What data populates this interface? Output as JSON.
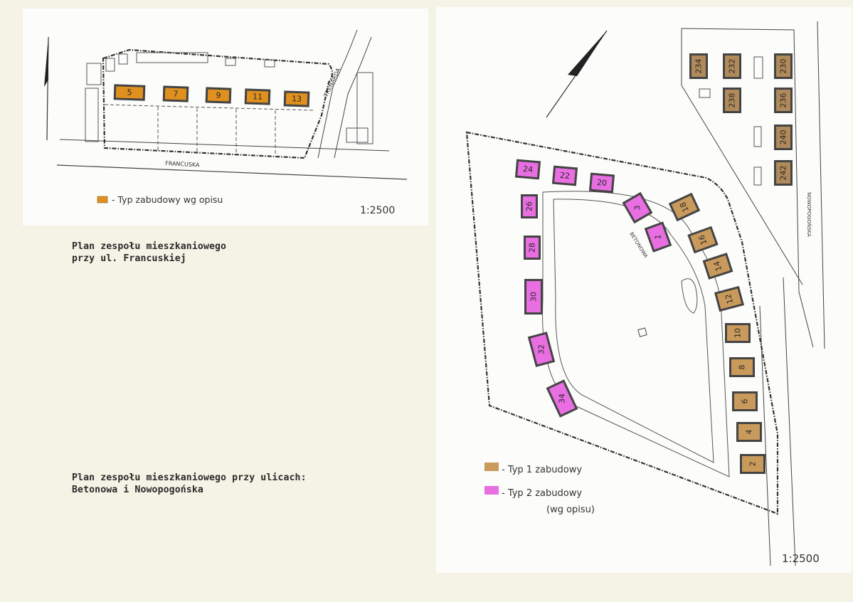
{
  "plan_francuska": {
    "street_francuska": "FRANCUSKA",
    "street_trenarda": "TRENARDA",
    "legend_label": "- Typ zabudowy wg opisu",
    "scale": "1:2500",
    "buildings": [
      "5",
      "7",
      "9",
      "11",
      "13"
    ],
    "building_color": "#e0901f"
  },
  "plan_betonowa": {
    "street_betonowa": "BETONOWA",
    "street_nowopogonska": "NOWOPOGOŃSKA",
    "legend_type1": "- Typ 1 zabudowy",
    "legend_type2": "- Typ 2 zabudowy",
    "legend_type2_note": "(wg opisu)",
    "scale": "1:2500",
    "type1_color": "#c99a5c",
    "type2_color": "#e86ee2",
    "type1_buildings": [
      "18",
      "16",
      "14",
      "12",
      "10",
      "8",
      "6",
      "4",
      "2"
    ],
    "type2_buildings": [
      "24",
      "22",
      "20",
      "26",
      "28",
      "30",
      "32",
      "34",
      "3",
      "1"
    ],
    "existing_buildings": [
      "234",
      "232",
      "230",
      "238",
      "236",
      "240",
      "242"
    ]
  },
  "captions": {
    "francuska_line1": "Plan zespołu mieszkaniowego",
    "francuska_line2": "przy ul. Francuskiej",
    "betonowa_line1": "Plan zespołu mieszkaniowego przy ulicach:",
    "betonowa_line2": "Betonowa i Nowopogońska"
  }
}
